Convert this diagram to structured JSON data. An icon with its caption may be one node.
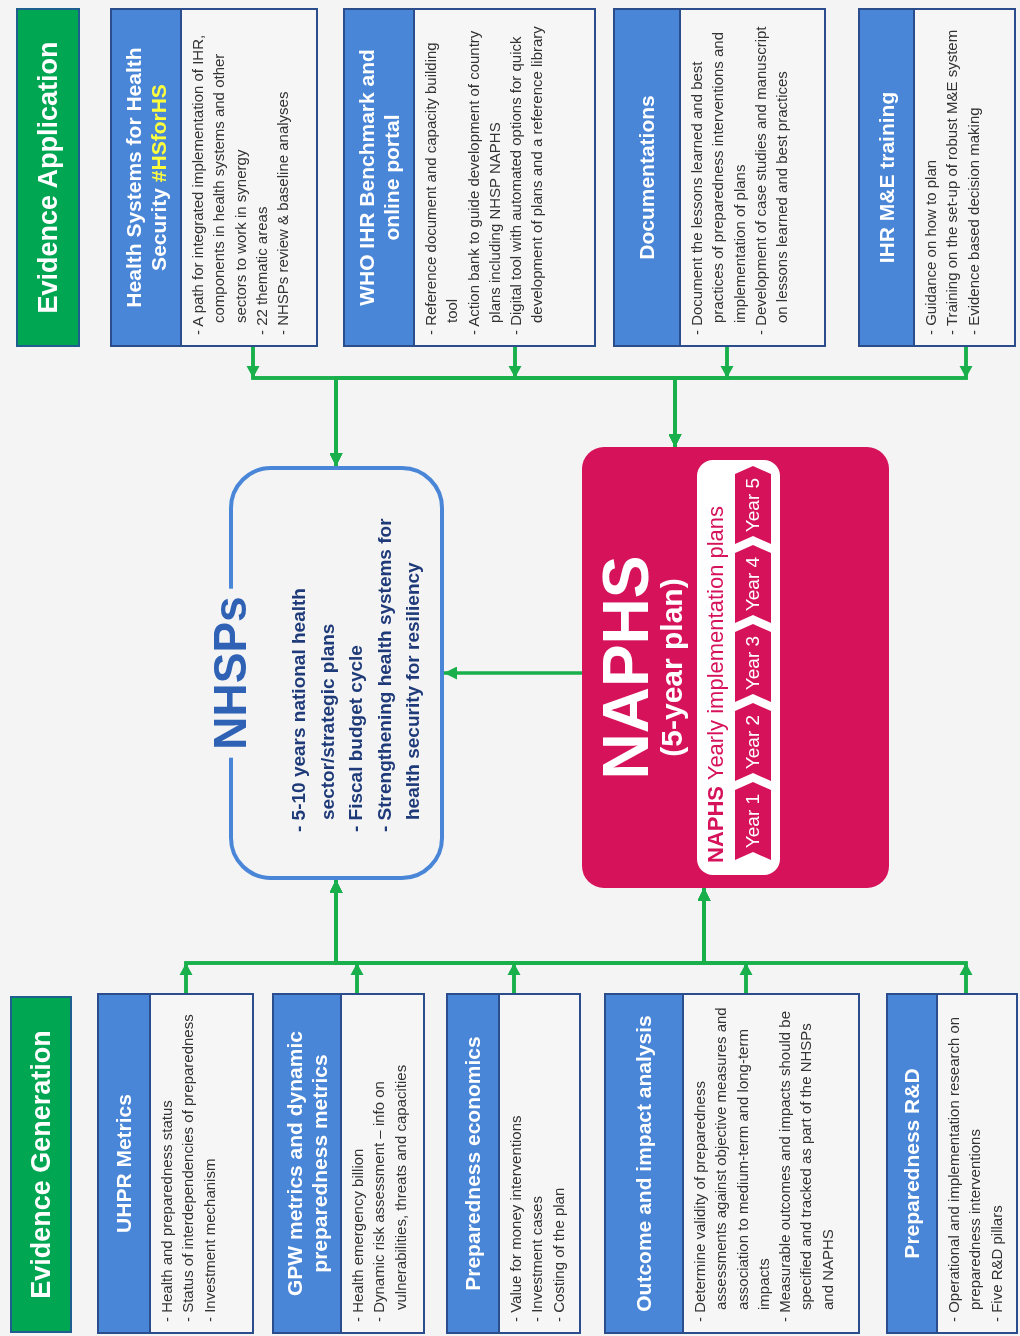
{
  "diagram": {
    "nodes": [
      {
        "text": [
          "Evidence Application"
        ]
      },
      {
        "text": [
          "Health Systems for Health Security",
          "#HSforHS",
          "- A path for integrated implementation of IHR, components in health systems and other sectors to work in synergy",
          "- 22 thematic areas",
          "- NHSPs review & baseline analyses"
        ]
      },
      {
        "text": [
          "WHO IHR Benchmark and online portal",
          "- Reference document and capacity building tool",
          "- Action bank to guide development of country plans including NHSP NAPHS",
          "- Digital tool with automated options for quick development of plans and a reference library"
        ]
      },
      {
        "text": [
          "Documentations",
          "- Document the lessons learned and best practices of preparedness interventions and implementation of plans",
          "- Development of case studies and manuscript on lessons learned and best practices"
        ]
      },
      {
        "text": [
          "IHR M&E training",
          "- Guidance on how to plan",
          "- Training on the set-up of robust M&E system",
          "- Evidence based decision making"
        ]
      },
      {
        "text": [
          "NHSPs",
          "- 5-10 years national health sector/strategic plans",
          "- Fiscal budget cycle",
          "- Strengthening health systems for health security for resiliency"
        ]
      },
      {
        "text": [
          "NAPHS",
          "(5-year plan)"
        ]
      },
      {
        "text": [
          "**NAPHS** Yearly implementation plans"
        ],
        "in": 6
      },
      {
        "text": [
          "Year 1"
        ],
        "in": 7
      },
      {
        "text": [
          "Year 2"
        ],
        "in": 7
      },
      {
        "text": [
          "Year 3"
        ],
        "in": 7
      },
      {
        "text": [
          "Year 4"
        ],
        "in": 7
      },
      {
        "text": [
          "Year 5"
        ],
        "in": 7
      },
      {
        "text": [
          "Evidence Generation"
        ]
      },
      {
        "text": [
          "UHPR Metrics",
          "- Health and preparedness status",
          "- Status of interdependencies of preparedness",
          "- Investment mechanism"
        ]
      },
      {
        "text": [
          "GPW metrics and dynamic preparedness metrics",
          "- Health emergency billion",
          "- Dynamic risk assessment – info on vulnerabilities, threats and capacities"
        ]
      },
      {
        "text": [
          "Preparedness economics",
          "- Value for money interventions",
          "- Investment cases",
          "- Costing of the plan"
        ]
      },
      {
        "text": [
          "Outcome and impact analysis",
          "- Determine validity of preparedness assessments against objective measures and association to medium-term and long-term impacts",
          "- Measurable outcomes and impacts should be specified and tracked as part of the NHSPs and NAPHS"
        ]
      },
      {
        "text": [
          "Preparedness R&D",
          "- Operational and implementation research on preparedness interventions",
          "- Five R&D pillars"
        ]
      }
    ],
    "edges": [
      {
        "from": 1,
        "to": 5,
        "arrow": "to"
      },
      {
        "from": 1,
        "to": 6,
        "arrow": "to"
      },
      {
        "from": 2,
        "to": 5,
        "arrow": "to"
      },
      {
        "from": 2,
        "to": 6,
        "arrow": "to"
      },
      {
        "from": 3,
        "to": 5,
        "arrow": "to"
      },
      {
        "from": 3,
        "to": 6,
        "arrow": "to"
      },
      {
        "from": 4,
        "to": 5,
        "arrow": "to"
      },
      {
        "from": 4,
        "to": 6,
        "arrow": "to"
      },
      {
        "from": 6,
        "to": 5,
        "arrow": "to"
      },
      {
        "from": 14,
        "to": 5,
        "arrow": "to"
      },
      {
        "from": 14,
        "to": 6,
        "arrow": "to"
      },
      {
        "from": 15,
        "to": 5,
        "arrow": "to"
      },
      {
        "from": 15,
        "to": 6,
        "arrow": "to"
      },
      {
        "from": 16,
        "to": 5,
        "arrow": "to"
      },
      {
        "from": 16,
        "to": 6,
        "arrow": "to"
      },
      {
        "from": 17,
        "to": 5,
        "arrow": "to"
      },
      {
        "from": 17,
        "to": 6,
        "arrow": "to"
      },
      {
        "from": 18,
        "to": 5,
        "arrow": "to"
      },
      {
        "from": 18,
        "to": 6,
        "arrow": "to"
      }
    ]
  }
}
